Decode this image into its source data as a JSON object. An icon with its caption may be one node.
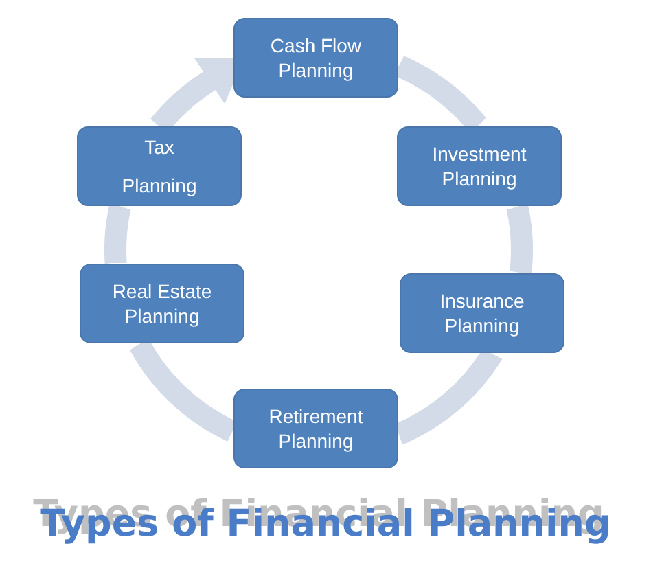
{
  "diagram": {
    "title": "Types of Financial Planning",
    "nodes": [
      {
        "text": [
          "Cash Flow Planning"
        ]
      },
      {
        "text": [
          "Investment Planning"
        ]
      },
      {
        "text": [
          "Insurance Planning"
        ]
      },
      {
        "text": [
          "Retirement Planning"
        ]
      },
      {
        "text": [
          "Real Estate Planning"
        ]
      },
      {
        "text": [
          "Tax",
          "Planning"
        ]
      }
    ],
    "edges": [
      {
        "from": 0,
        "to": 1,
        "arrow": "none"
      },
      {
        "from": 1,
        "to": 2,
        "arrow": "none"
      },
      {
        "from": 2,
        "to": 3,
        "arrow": "none"
      },
      {
        "from": 3,
        "to": 4,
        "arrow": "none"
      },
      {
        "from": 4,
        "to": 5,
        "arrow": "none"
      },
      {
        "from": 5,
        "to": 0,
        "arrow": "to"
      }
    ]
  }
}
